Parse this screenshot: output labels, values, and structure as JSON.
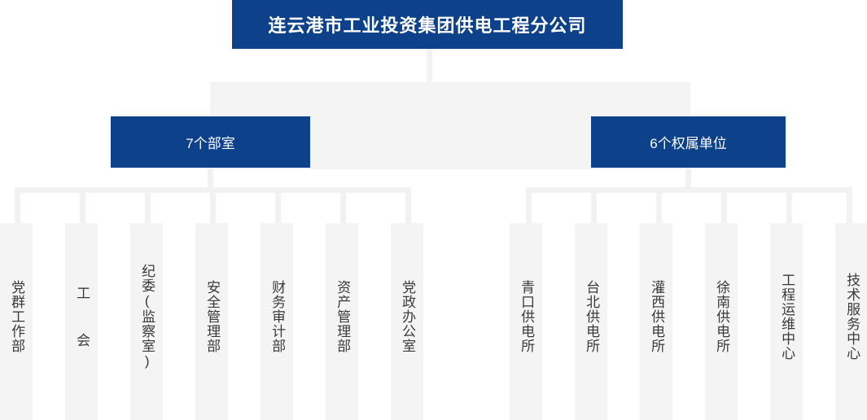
{
  "colors": {
    "brand_blue": "#0d4189",
    "connector_grey": "#f2f2f2",
    "leaf_grey": "#f4f4f4",
    "label_text": "#3a3a3a",
    "box_text": "#ffffff"
  },
  "root": {
    "label": "连云港市工业投资集团供电工程分公司"
  },
  "level2": [
    {
      "id": "departments",
      "label": "7个部室",
      "count": 7
    },
    {
      "id": "affiliated-units",
      "label": "6个权属单位",
      "count": 6
    }
  ],
  "departments": [
    {
      "label": "党群工作部"
    },
    {
      "label": "工  会"
    },
    {
      "label": "纪委(监察室)"
    },
    {
      "label": "安全管理部"
    },
    {
      "label": "财务审计部"
    },
    {
      "label": "资产管理部"
    },
    {
      "label": "党政办公室"
    }
  ],
  "affiliated_units": [
    {
      "label": "青口供电所"
    },
    {
      "label": "台北供电所"
    },
    {
      "label": "灌西供电所"
    },
    {
      "label": "徐南供电所"
    },
    {
      "label": "工程运维中心"
    },
    {
      "label": "技术服务中心"
    }
  ]
}
